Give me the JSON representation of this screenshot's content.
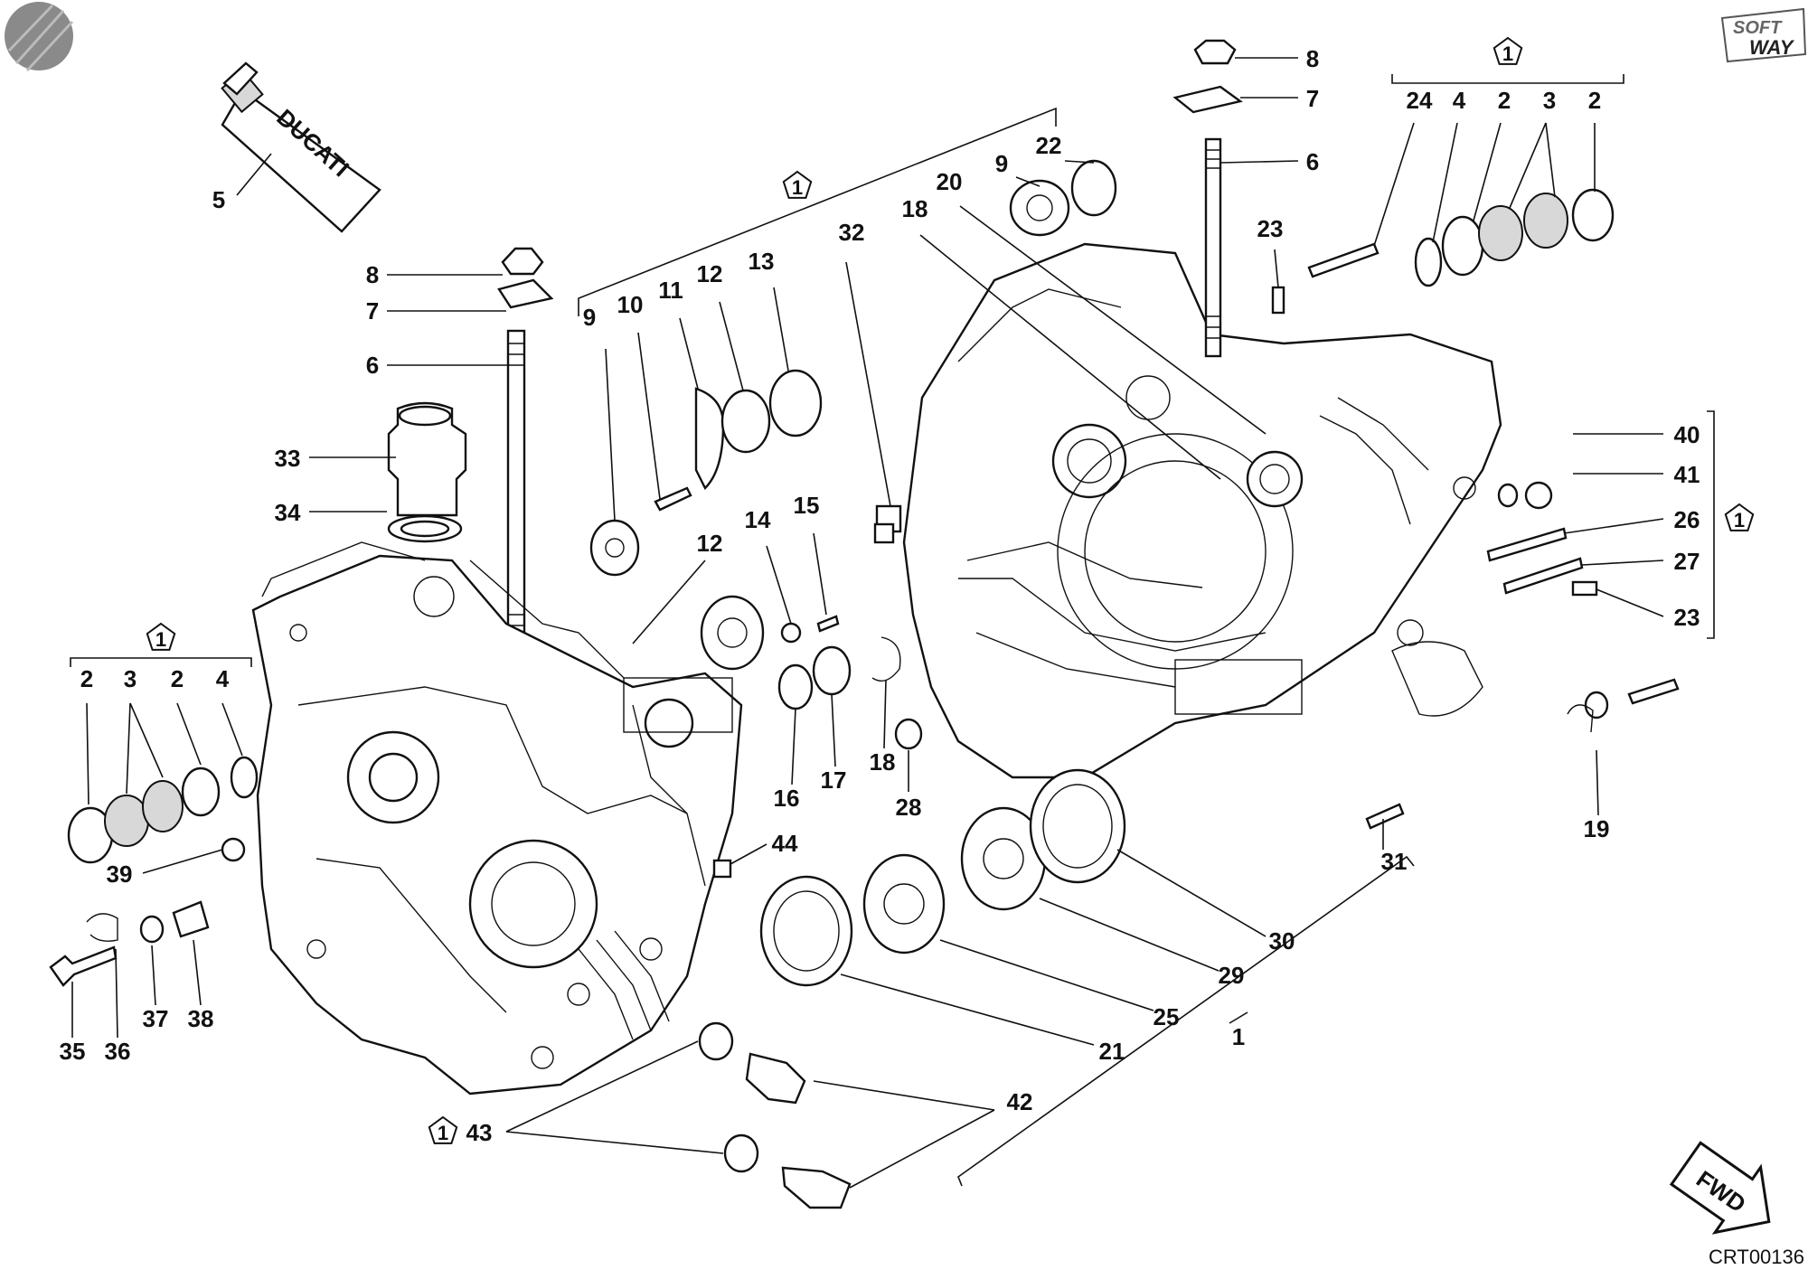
{
  "diagram": {
    "drawing_code": "CRT00136",
    "brand": {
      "line1": "SOFT",
      "line2": "WAY"
    },
    "tube_brand": "DUCATI",
    "fwd_label": "FWD",
    "kit_marker": "1",
    "callouts": [
      "1",
      "2",
      "3",
      "4",
      "5",
      "6",
      "7",
      "8",
      "9",
      "10",
      "11",
      "12",
      "13",
      "14",
      "15",
      "16",
      "17",
      "18",
      "19",
      "20",
      "21",
      "22",
      "23",
      "24",
      "25",
      "26",
      "27",
      "28",
      "29",
      "30",
      "31",
      "32",
      "33",
      "34",
      "35",
      "36",
      "37",
      "38",
      "39",
      "40",
      "41",
      "42",
      "43",
      "44"
    ]
  }
}
